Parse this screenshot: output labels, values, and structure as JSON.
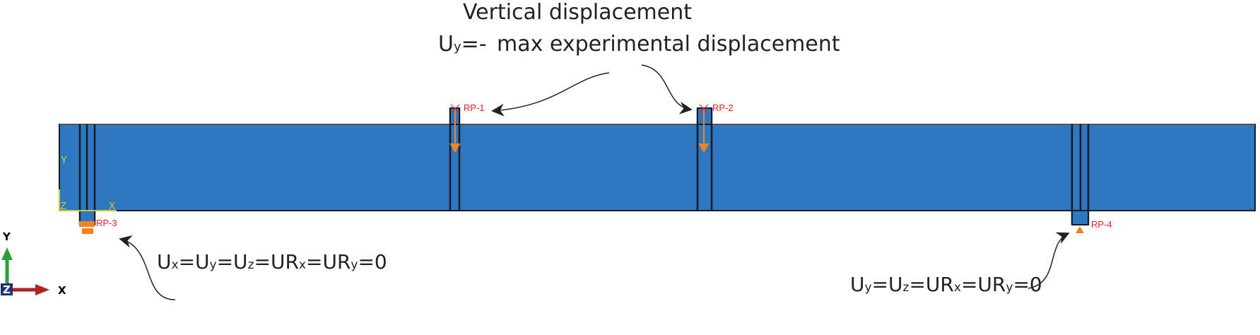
{
  "colors": {
    "beam": "#2f78bf",
    "edge": "#0d1b2a",
    "rp_label": "#e8202a",
    "bc_symbol": "#f58220",
    "csys": "#c8c83a",
    "triad_x": "#b22222",
    "triad_y": "#2e9e3a",
    "triad_z": "#1f2f7a"
  },
  "top_annotation": {
    "line1": "Vertical displacement",
    "prefix_base": "U",
    "prefix_sub": "y",
    "prefix_rest": "=-",
    "line2": "max experimental displacement"
  },
  "reference_points": [
    "RP-1",
    "RP-2",
    "RP-3",
    "RP-4"
  ],
  "left_bc": [
    {
      "b": "U",
      "s": "x"
    },
    {
      "b": "=U",
      "s": "y"
    },
    {
      "b": "=U",
      "s": "z"
    },
    {
      "b": "=UR",
      "s": "x"
    },
    {
      "b": "=UR",
      "s": "y"
    },
    {
      "b": "=0",
      "s": ""
    }
  ],
  "right_bc": [
    {
      "b": "U",
      "s": "y"
    },
    {
      "b": "=U",
      "s": "z"
    },
    {
      "b": "=UR",
      "s": "x"
    },
    {
      "b": "=UR",
      "s": "y"
    },
    {
      "b": "=0",
      "s": ""
    }
  ],
  "csys_labels": {
    "x": "X",
    "y": "Y",
    "z": "Z"
  },
  "triad": {
    "x": "X",
    "y": "Y",
    "z": "Z"
  }
}
